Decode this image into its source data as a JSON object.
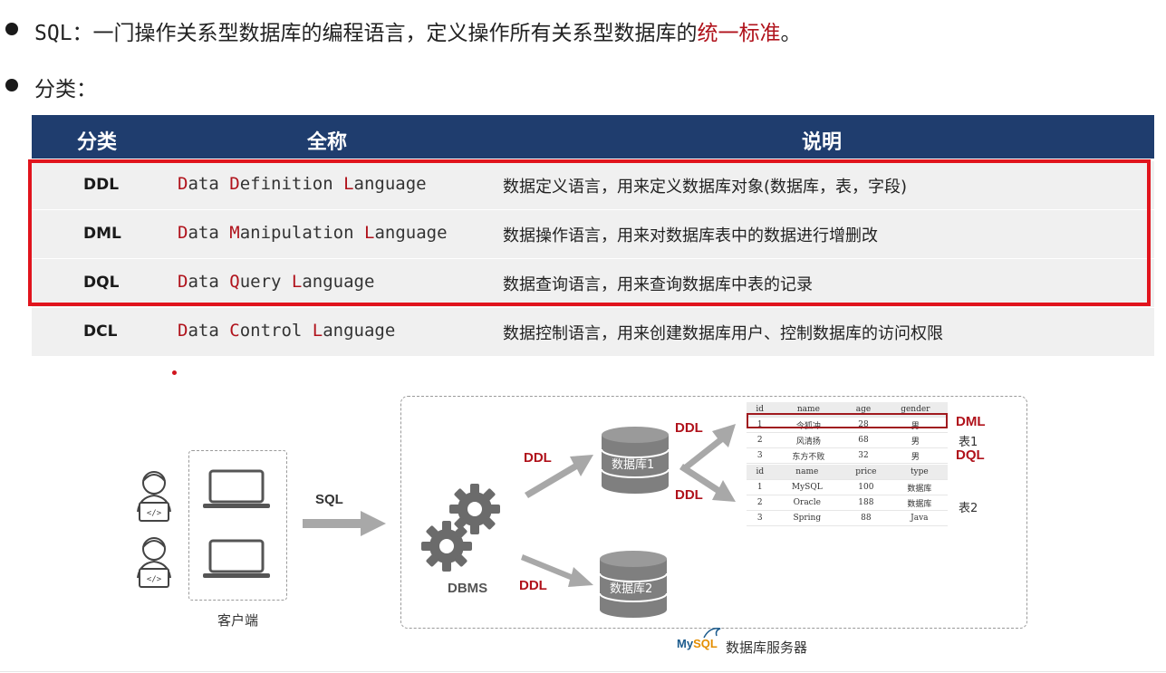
{
  "intro": {
    "sql_prefix": "SQL",
    "sql_rest": "：一门操作关系型数据库的编程语言，定义操作所有关系型数据库的",
    "sql_highlight": "统一标准",
    "sql_end": "。",
    "category_label": "分类："
  },
  "table": {
    "headers": [
      "分类",
      "全称",
      "说明"
    ],
    "rows": [
      {
        "abbr": "DDL",
        "full": [
          [
            "D",
            "ata"
          ],
          [
            "D",
            "efinition"
          ],
          [
            "L",
            "anguage"
          ]
        ],
        "desc": "数据定义语言，用来定义数据库对象(数据库，表，字段)"
      },
      {
        "abbr": "DML",
        "full": [
          [
            "D",
            "ata"
          ],
          [
            "M",
            "anipulation"
          ],
          [
            "L",
            "anguage"
          ]
        ],
        "desc": "数据操作语言，用来对数据库表中的数据进行增删改"
      },
      {
        "abbr": "DQL",
        "full": [
          [
            "D",
            "ata"
          ],
          [
            "Q",
            "uery"
          ],
          [
            "L",
            "anguage"
          ]
        ],
        "desc": "数据查询语言，用来查询数据库中表的记录"
      },
      {
        "abbr": "DCL",
        "full": [
          [
            "D",
            "ata"
          ],
          [
            "C",
            "ontrol"
          ],
          [
            "L",
            "anguage"
          ]
        ],
        "desc": "数据控制语言，用来创建数据库用户、控制数据库的访问权限"
      }
    ]
  },
  "diagram": {
    "client_label": "客户端",
    "sql_label": "SQL",
    "dbms_label": "DBMS",
    "ddl_label": "DDL",
    "db1_label": "数据库1",
    "db2_label": "数据库2",
    "dml_label": "DML",
    "dql_label": "DQL",
    "table1_label": "表1",
    "table2_label": "表2",
    "server_label": "数据库服务器",
    "mysql_logo": "MySQL",
    "table1": {
      "headers": [
        "id",
        "name",
        "age",
        "gender"
      ],
      "rows": [
        [
          "1",
          "令狐冲",
          "28",
          "男"
        ],
        [
          "2",
          "风清扬",
          "68",
          "男"
        ],
        [
          "3",
          "东方不败",
          "32",
          "男"
        ]
      ]
    },
    "table2": {
      "headers": [
        "id",
        "name",
        "price",
        "type"
      ],
      "rows": [
        [
          "1",
          "MySQL",
          "100",
          "数据库"
        ],
        [
          "2",
          "Oracle",
          "188",
          "数据库"
        ],
        [
          "3",
          "Spring",
          "88",
          "Java"
        ]
      ]
    }
  },
  "colors": {
    "accent_red": "#b0121b",
    "header_blue": "#1f3d6e",
    "highlight_red": "#e1141d",
    "row_gray": "#f0f0f0"
  }
}
